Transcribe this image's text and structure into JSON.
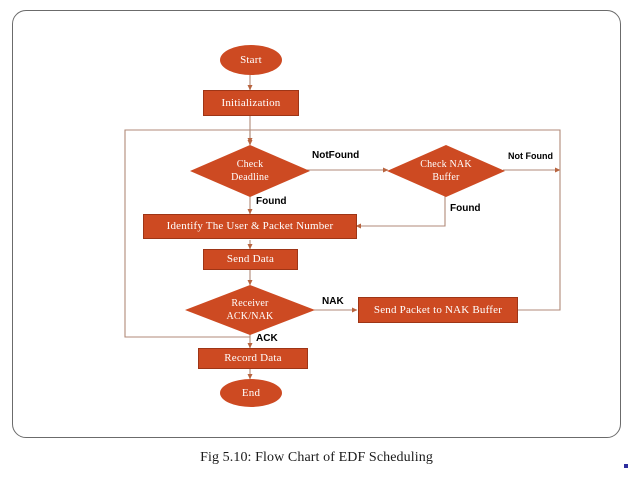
{
  "figure": {
    "caption": "Fig 5.10: Flow Chart of EDF Scheduling",
    "frame_border_color": "#6b6b6b",
    "node_fill_color": "#cd4a22",
    "node_text_color": "#ffffff",
    "connector_color": "#b08a78",
    "background_color": "#ffffff"
  },
  "flowchart": {
    "type": "flowchart",
    "title": "Flow Chart of EDF Scheduling",
    "nodes": [
      {
        "id": "start",
        "label": "Start",
        "shape": "terminator"
      },
      {
        "id": "init",
        "label": "Initialization",
        "shape": "process"
      },
      {
        "id": "deadline",
        "label": "Check\nDeadline",
        "shape": "decision",
        "line1": "Check",
        "line2": "Deadline"
      },
      {
        "id": "naksearch",
        "label": "Check NAK\nBuffer",
        "shape": "decision",
        "line1": "Check NAK",
        "line2": "Buffer"
      },
      {
        "id": "identify",
        "label": "Identify The User & Packet Number",
        "shape": "process"
      },
      {
        "id": "senddata",
        "label": "Send Data",
        "shape": "process"
      },
      {
        "id": "receiver",
        "label": "Receiver\nACK/NAK",
        "shape": "decision",
        "line1": "Receiver",
        "line2": "ACK/NAK"
      },
      {
        "id": "sendpacket",
        "label": "Send Packet to NAK Buffer",
        "shape": "process"
      },
      {
        "id": "record",
        "label": "Record Data",
        "shape": "process"
      },
      {
        "id": "end",
        "label": "End",
        "shape": "terminator"
      }
    ],
    "edges": [
      {
        "from": "start",
        "to": "init",
        "label": ""
      },
      {
        "from": "init",
        "to": "deadline",
        "label": ""
      },
      {
        "from": "deadline",
        "to": "naksearch",
        "label": "NotFound"
      },
      {
        "from": "deadline",
        "to": "identify",
        "label": "Found"
      },
      {
        "from": "naksearch",
        "to": "deadline",
        "label": "Not Found"
      },
      {
        "from": "naksearch",
        "to": "identify",
        "label": "Found"
      },
      {
        "from": "identify",
        "to": "senddata",
        "label": ""
      },
      {
        "from": "senddata",
        "to": "receiver",
        "label": ""
      },
      {
        "from": "receiver",
        "to": "sendpacket",
        "label": "NAK"
      },
      {
        "from": "receiver",
        "to": "record",
        "label": "ACK"
      },
      {
        "from": "sendpacket",
        "to": "deadline",
        "label": ""
      },
      {
        "from": "record",
        "to": "end",
        "label": ""
      }
    ],
    "edge_labels": {
      "not_found_1": "NotFound",
      "not_found_2": "Not Found",
      "found_1": "Found",
      "found_2": "Found",
      "nak": "NAK",
      "ack": "ACK"
    }
  }
}
